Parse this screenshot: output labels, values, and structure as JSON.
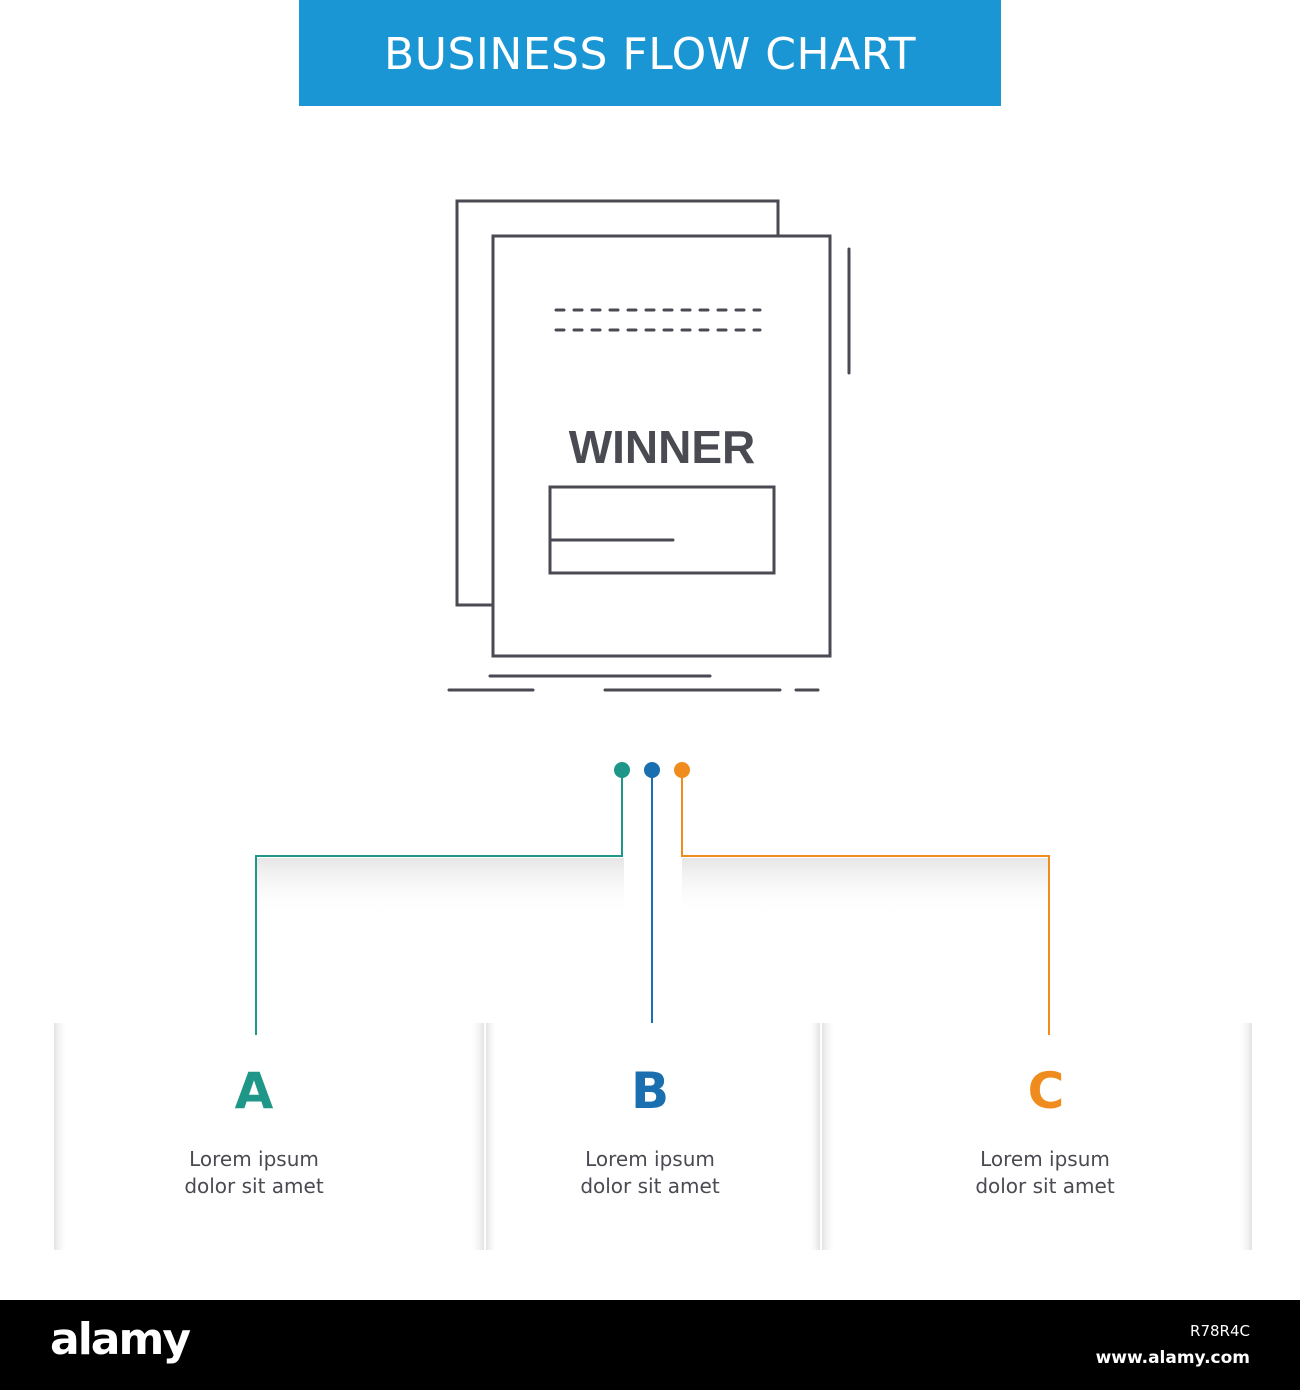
{
  "title": "BUSINESS FLOW CHART",
  "icon": {
    "name": "winner-certificate-icon",
    "label": "WINNER"
  },
  "colors": {
    "banner": "#1a96d4",
    "outline": "#4a4a52",
    "branch_a": "#1e9688",
    "branch_b": "#1a6fb0",
    "branch_c": "#f08c1e"
  },
  "branches": [
    {
      "letter": "A",
      "line1": "Lorem ipsum",
      "line2": "dolor sit amet"
    },
    {
      "letter": "B",
      "line1": "Lorem ipsum",
      "line2": "dolor sit amet"
    },
    {
      "letter": "C",
      "line1": "Lorem ipsum",
      "line2": "dolor sit amet"
    }
  ],
  "footer": {
    "logo": "alamy",
    "image_id": "R78R4C",
    "url": "www.alamy.com"
  }
}
